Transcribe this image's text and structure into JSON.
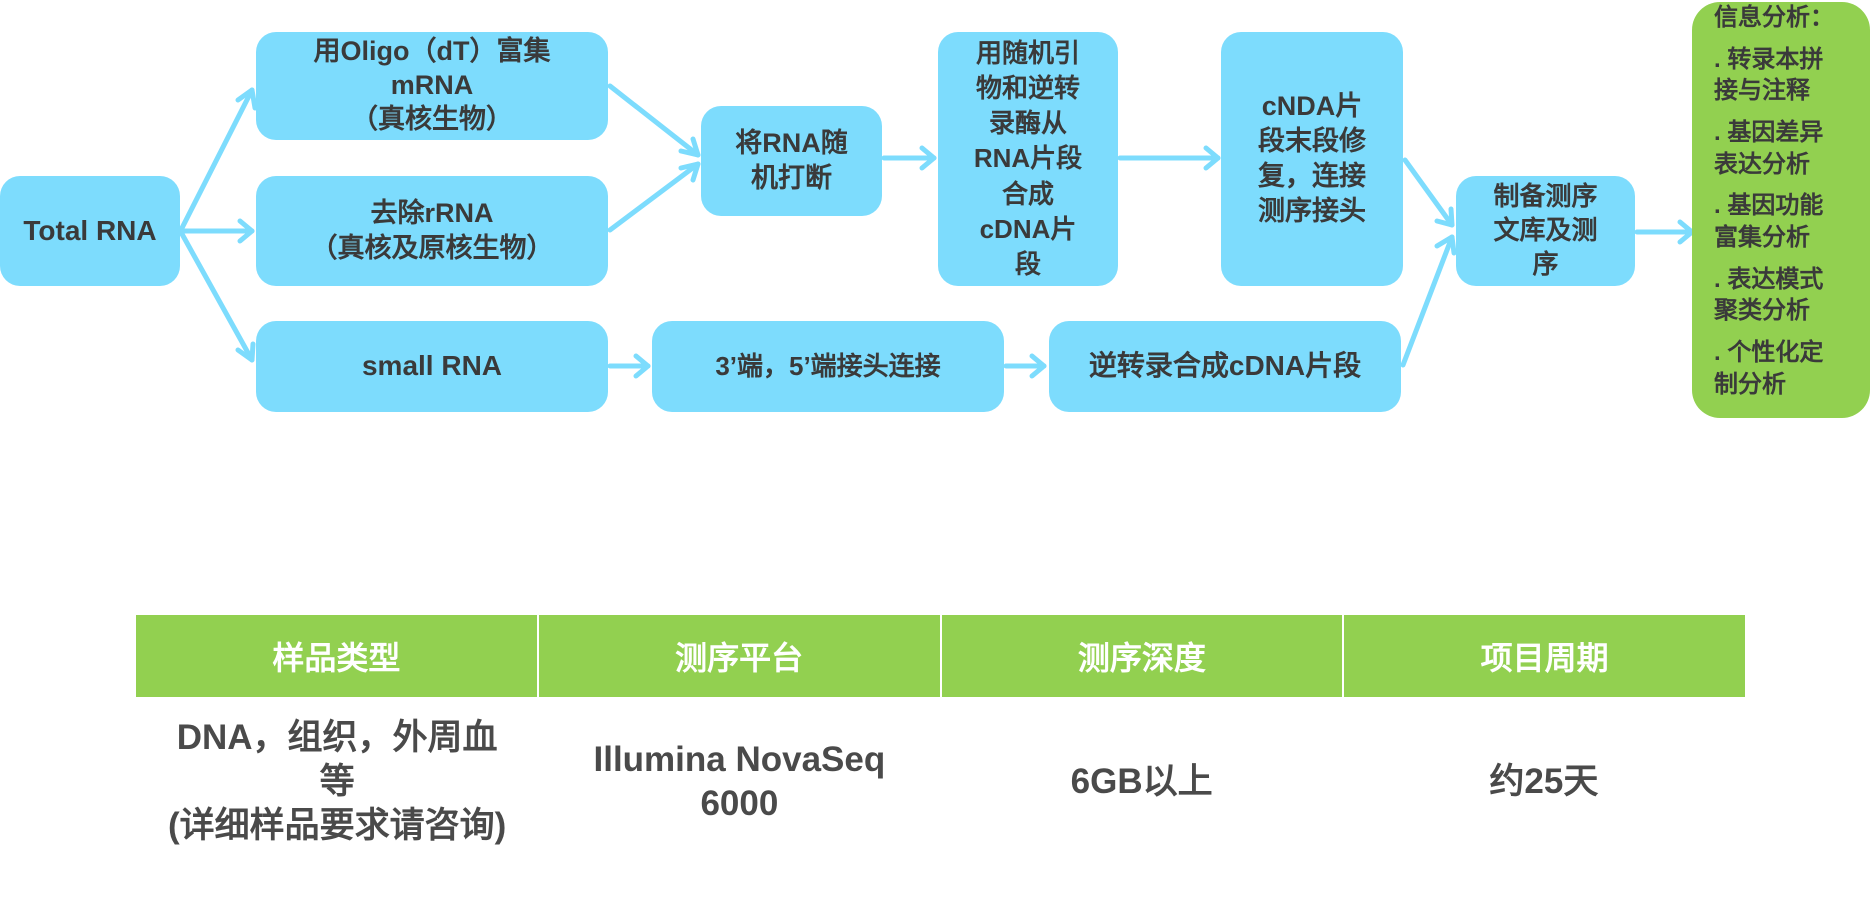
{
  "flow": {
    "total_rna": "Total RNA",
    "oligo": [
      "用Oligo（dT）富集",
      "mRNA",
      "（真核生物）"
    ],
    "rrna": [
      "去除rRNA",
      "（真核及原核生物）"
    ],
    "small_rna": "small RNA",
    "fragment": [
      "将RNA随",
      "机打断"
    ],
    "random_primer": [
      "用随机引",
      "物和逆转",
      "录酶从",
      "RNA片段",
      "合成",
      "cDNA片",
      "段"
    ],
    "cnda_repair": [
      "cNDA片",
      "段末段修",
      "复，连接",
      "测序接头"
    ],
    "adapter_ligation": "3’端，5’端接头连接",
    "reverse_transcription": "逆转录合成cDNA片段",
    "library_seq": [
      "制备测序",
      "文库及测",
      "序"
    ],
    "analysis": [
      "信息分析：",
      ". 转录本拼",
      "接与注释",
      ". 基因差异",
      "表达分析",
      ". 基因功能",
      "富集分析",
      ". 表达模式",
      "聚类分析",
      ". 个性化定",
      "制分析"
    ]
  },
  "table": {
    "headers": [
      "样品类型",
      "测序平台",
      "测序深度",
      "项目周期"
    ],
    "row": {
      "sample": [
        "DNA，组织，外周血",
        "等",
        "(详细样品要求请咨询)"
      ],
      "platform": [
        "Illumina NovaSeq",
        "6000"
      ],
      "depth": "6GB以上",
      "period": "约25天"
    }
  },
  "colors": {
    "box": "#7ddcfd",
    "arrow": "#7ddcfd",
    "analysis": "#92d050",
    "header": "#92d050"
  }
}
